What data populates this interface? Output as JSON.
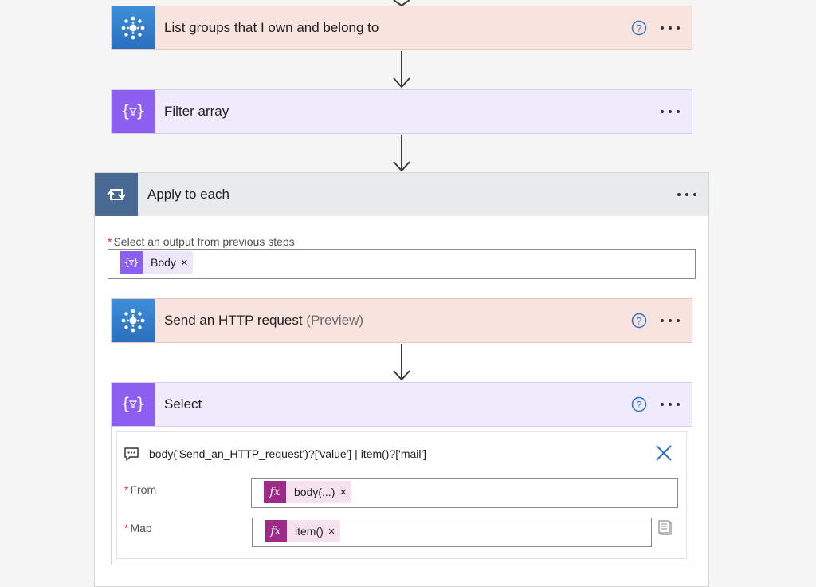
{
  "flow": {
    "step_list_groups": {
      "title": "List groups that I own and belong to"
    },
    "step_filter_array": {
      "title": "Filter array"
    },
    "apply_to_each": {
      "title": "Apply to each",
      "output_label": "Select an output from previous steps",
      "required_marker": "*",
      "output_token": {
        "text": "Body",
        "remove": "×"
      }
    },
    "step_http": {
      "title": "Send an HTTP request",
      "suffix": "(Preview)"
    },
    "step_select": {
      "title": "Select",
      "comment": "body('Send_an_HTTP_request')?['value'] | item()?['mail']",
      "from_label": "From",
      "map_label": "Map",
      "required_marker": "*",
      "from_token": {
        "text": "body(...)",
        "remove": "×",
        "icon_text": "fx"
      },
      "map_token": {
        "text": "item()",
        "remove": "×",
        "icon_text": "fx"
      }
    }
  },
  "colors": {
    "graph_icon": "#2a6fbf",
    "graph_card": "#f9e3de",
    "filter_icon": "#8c5ff0",
    "filter_card": "#efeafc",
    "loop_icon": "#486991",
    "loop_header": "#e9eaec",
    "fx_token": "#9c2a86",
    "fx_token_bg": "#f6e1ef",
    "accent_blue": "#2f72c9",
    "required": "#d13438"
  }
}
